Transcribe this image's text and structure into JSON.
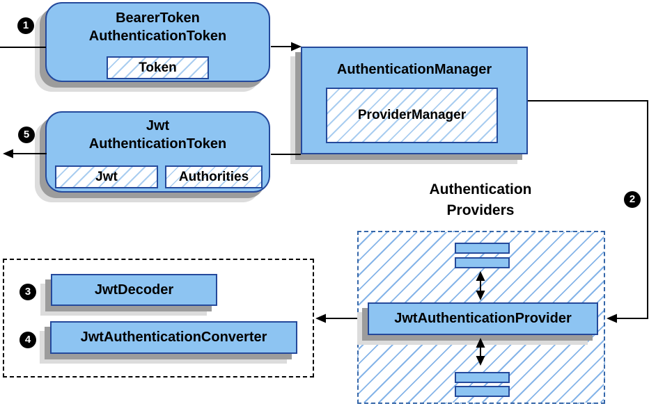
{
  "colors": {
    "box_fill": "#8dc4f2",
    "box_border": "#24499b",
    "hatch_line": "#a9cdf0",
    "providers_hatch": "#85b4e8",
    "providers_border": "#3566a8",
    "shadow_dark": "#9c9c9c",
    "shadow_light": "#dcdcdc",
    "arrow": "#000000",
    "badge_bg": "#000000",
    "badge_text": "#ffffff"
  },
  "steps": {
    "s1": "1",
    "s2": "2",
    "s3": "3",
    "s4": "4",
    "s5": "5"
  },
  "boxes": {
    "bearer_token": {
      "title_line1": "BearerToken",
      "title_line2": "AuthenticationToken",
      "field": "Token"
    },
    "authentication_manager": {
      "title": "AuthenticationManager",
      "field": "ProviderManager"
    },
    "jwt_authentication_token": {
      "title_line1": "Jwt",
      "title_line2": "AuthenticationToken",
      "field_jwt": "Jwt",
      "field_authorities": "Authorities"
    },
    "authentication_providers": {
      "label_line1": "Authentication",
      "label_line2": "Providers",
      "provider": "JwtAuthenticationProvider"
    },
    "jwt_processing": {
      "decoder": "JwtDecoder",
      "converter": "JwtAuthenticationConverter"
    }
  }
}
